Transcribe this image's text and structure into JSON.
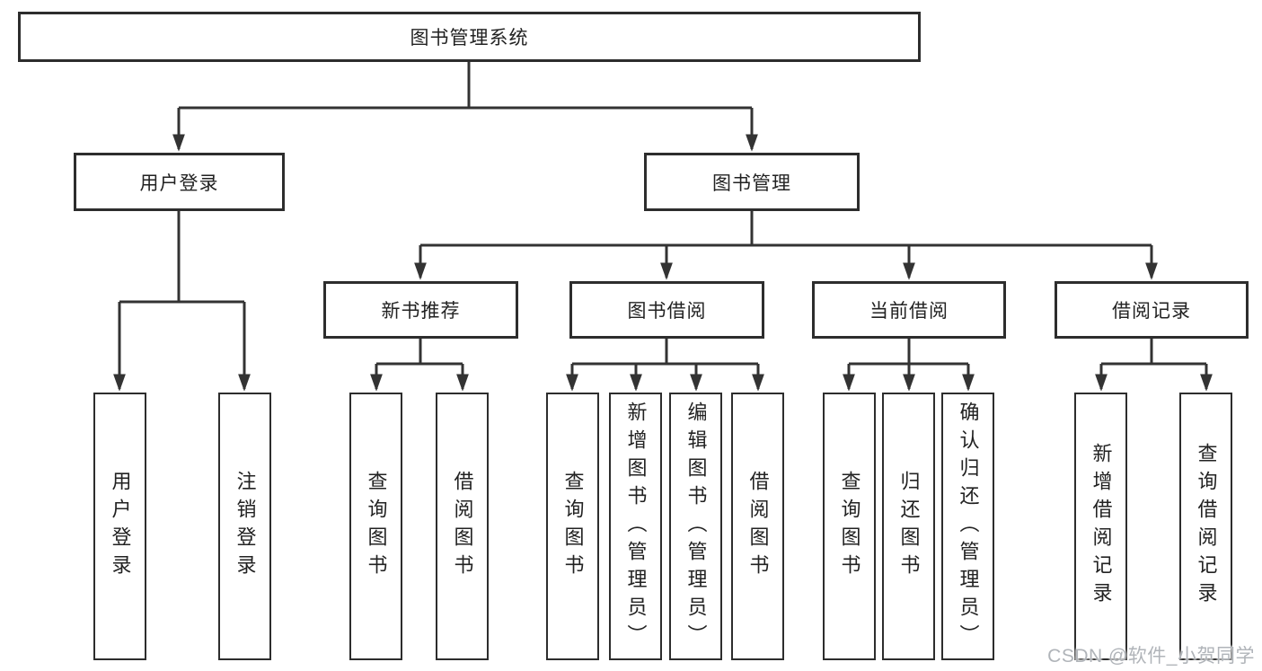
{
  "colors": {
    "line": "#333333",
    "box_border": "#2d2d2d",
    "text": "#222222",
    "watermark": "#b0b4b9"
  },
  "watermark": "CSDN @软件_小贺同学",
  "tree": {
    "root": "图书管理系统",
    "user_login": {
      "label": "用户登录",
      "children": [
        "用户登录",
        "注销登录"
      ]
    },
    "book_mgmt": {
      "label": "图书管理",
      "sections": [
        {
          "label": "新书推荐",
          "children": [
            "查询图书",
            "借阅图书"
          ]
        },
        {
          "label": "图书借阅",
          "children": [
            "查询图书",
            "新增图书（管理员）",
            "编辑图书（管理员）",
            "借阅图书"
          ]
        },
        {
          "label": "当前借阅",
          "children": [
            "查询图书",
            "归还图书",
            "确认归还（管理员）"
          ]
        },
        {
          "label": "借阅记录",
          "children": [
            "新增借阅记录",
            "查询借阅记录"
          ]
        }
      ]
    }
  }
}
